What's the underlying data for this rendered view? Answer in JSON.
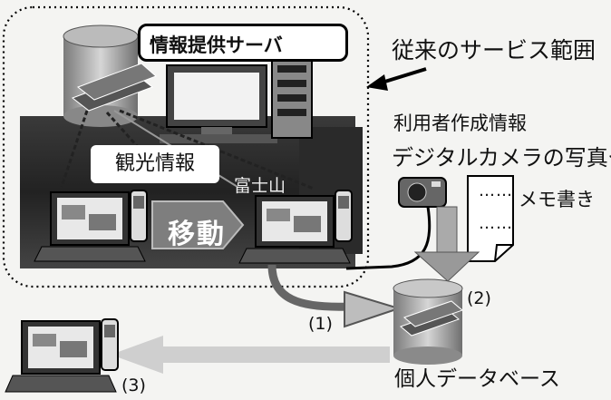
{
  "labels": {
    "server": "情報提供サーバ",
    "service_range": "従来のサービス範囲",
    "user_info": "利用者作成情報",
    "camera_photos": "デジタルカメラの写真や",
    "memo": "メモ書き",
    "tourism_info": "観光情報",
    "move": "移動",
    "fuji": "富士山",
    "step1": "(1)",
    "step2": "(2)",
    "step3": "(3)",
    "personal_db": "個人データベース",
    "memo_dots_1": "……",
    "memo_dots_2": "……"
  },
  "icons": [
    "server-database-icon",
    "desktop-computer-icon",
    "server-rack-icon",
    "laptop-icon",
    "mobile-phone-icon",
    "digital-camera-icon",
    "memo-note-icon",
    "personal-database-icon"
  ]
}
